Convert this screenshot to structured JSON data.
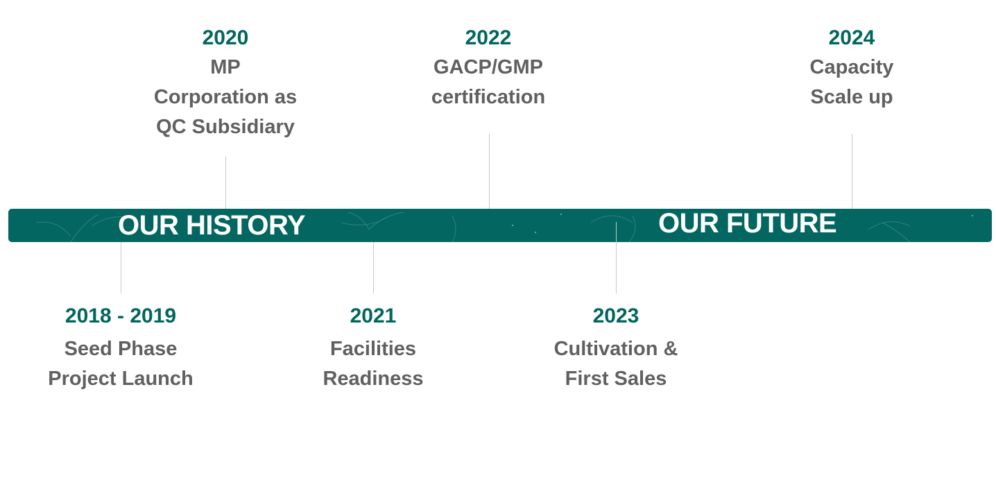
{
  "banner": {
    "history_label": "OUR HISTORY",
    "future_label": "OUR FUTURE",
    "color": "#036660"
  },
  "events": [
    {
      "year": "2018 - 2019",
      "lines": [
        "Seed Phase",
        "Project Launch"
      ]
    },
    {
      "year": "2020",
      "lines": [
        "MP",
        "Corporation as",
        "QC Subsidiary"
      ]
    },
    {
      "year": "2021",
      "lines": [
        "Facilities",
        "Readiness"
      ]
    },
    {
      "year": "2022",
      "lines": [
        "GACP/GMP",
        "certification"
      ]
    },
    {
      "year": "2023",
      "lines": [
        "Cultivation &",
        "First Sales"
      ]
    },
    {
      "year": "2024",
      "lines": [
        "Capacity",
        "Scale up"
      ]
    }
  ]
}
